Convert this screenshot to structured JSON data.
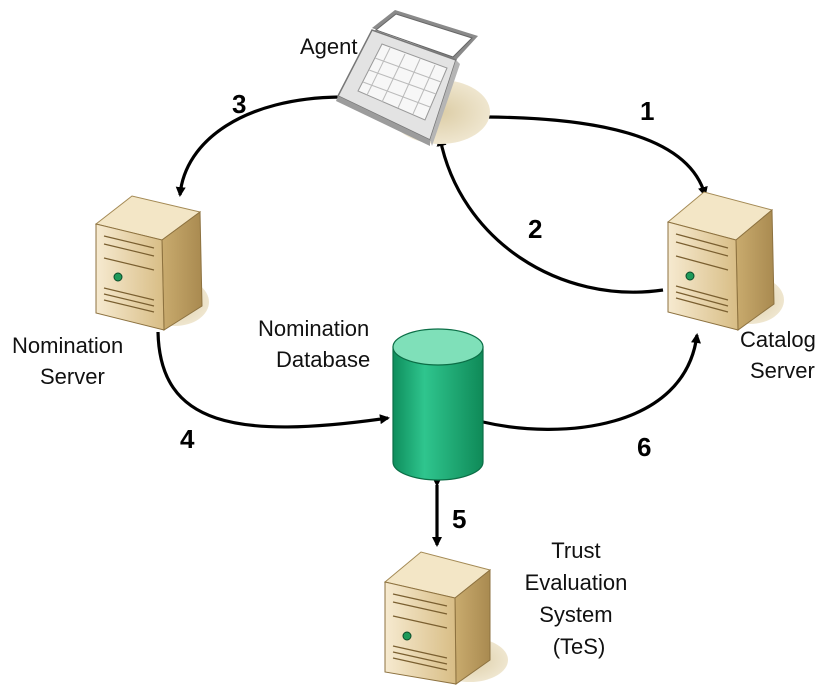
{
  "nodes": {
    "agent": {
      "label": "Agent"
    },
    "nomination_server": {
      "label_lines": [
        "Nomination",
        "Server"
      ]
    },
    "catalog_server": {
      "label_lines": [
        "Catalog",
        "Server"
      ]
    },
    "nomination_database": {
      "label_lines": [
        "Nomination",
        "Database"
      ]
    },
    "trust_evaluation_system": {
      "label_lines": [
        "Trust",
        "Evaluation",
        "System",
        "(TeS)"
      ]
    }
  },
  "steps": {
    "s1": "1",
    "s2": "2",
    "s3": "3",
    "s4": "4",
    "s5": "5",
    "s6": "6"
  },
  "colors": {
    "server_body": "#e8d3a6",
    "server_front": "#f5e8c8",
    "server_shadow": "#e3d6b0",
    "database_body": "#16a06e",
    "database_top": "#7fe0b9",
    "laptop_body": "#d9d9d9",
    "laptop_screen": "#ffffff",
    "arrow": "#000000"
  }
}
